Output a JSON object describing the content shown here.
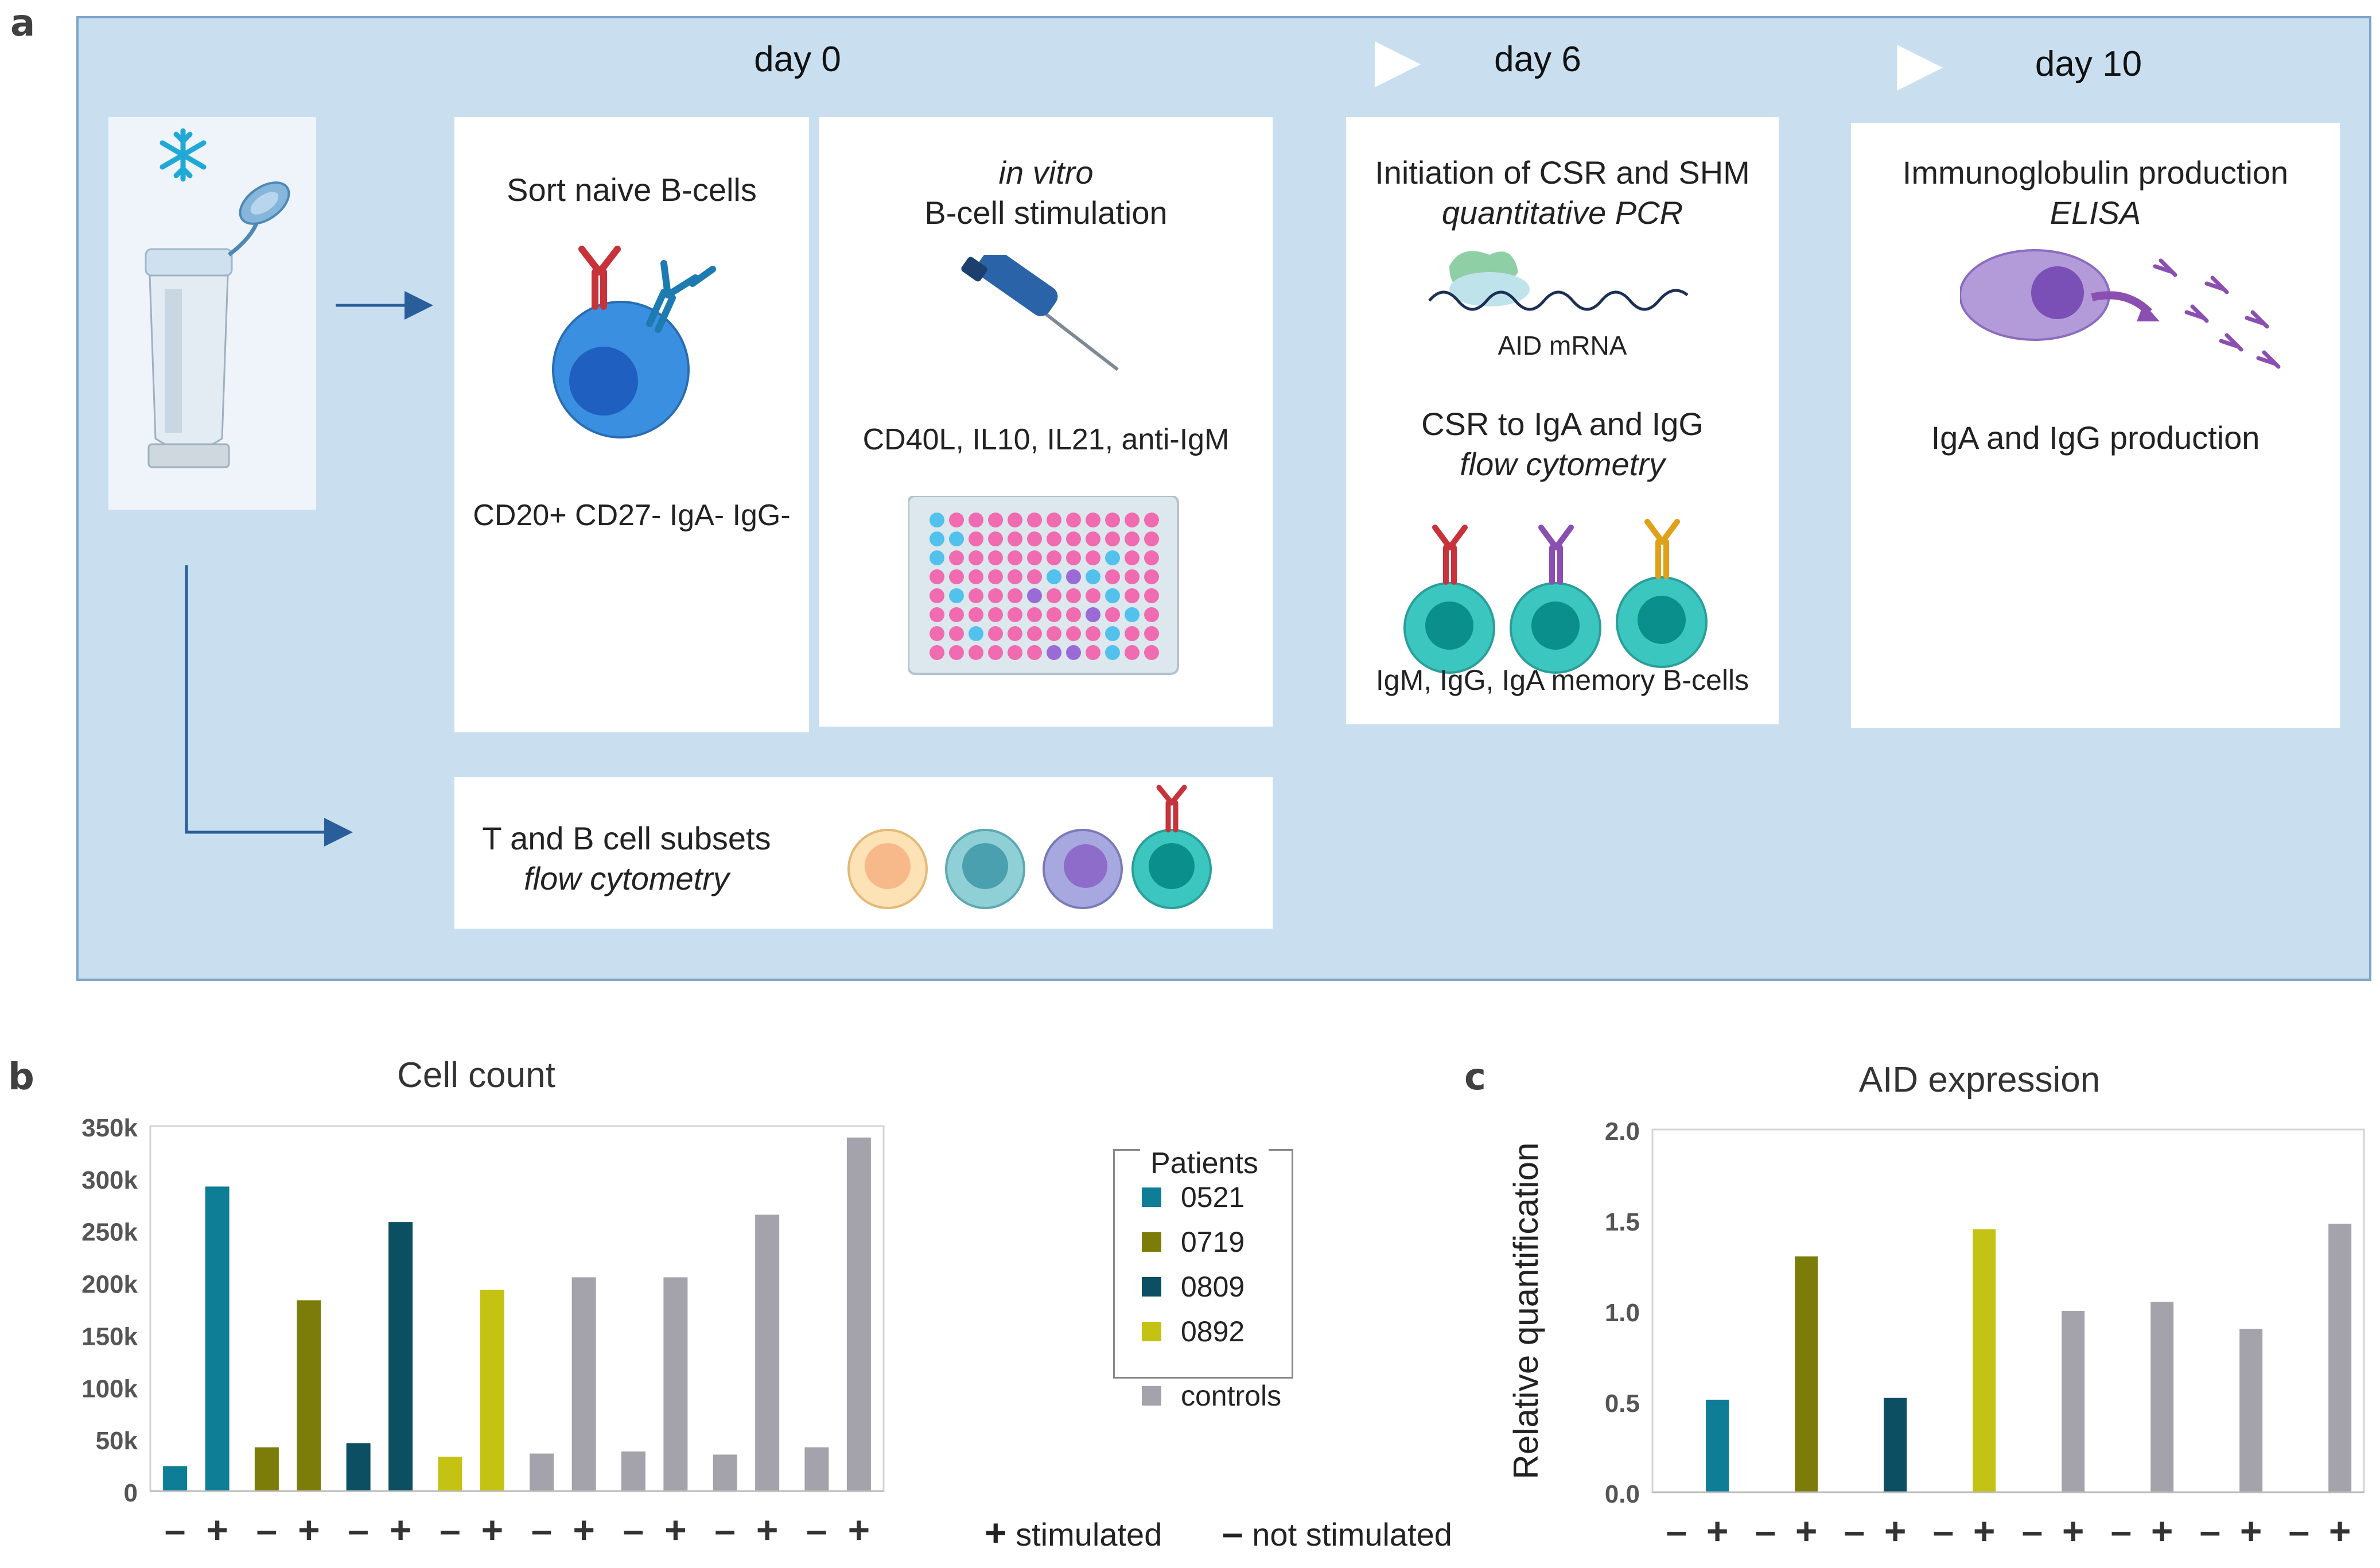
{
  "panel_a": {
    "letter": "a",
    "days": {
      "d0": "day 0",
      "d6": "day 6",
      "d10": "day 10"
    },
    "sort_card": {
      "title": "Sort naive B-cells",
      "markers": "CD20+ CD27- IgA- IgG-"
    },
    "stim_card": {
      "title_italic": "in vitro",
      "title": "B-cell stimulation",
      "reagents": "CD40L, IL10, IL21, anti-IgM"
    },
    "day6_card": {
      "title": "Initiation of CSR and SHM",
      "method1": "quantitative PCR",
      "aid_label": "AID mRNA",
      "csr_title": "CSR to IgA and IgG",
      "method2": "flow cytometry",
      "memory_label": "IgM, IgG, IgA memory B-cells"
    },
    "day10_card": {
      "title": "Immunoglobulin production",
      "method": "ELISA",
      "result": "IgA and IgG production"
    },
    "subset_card": {
      "title": "T and B cell subsets",
      "method": "flow cytometry"
    }
  },
  "panel_b": {
    "letter": "b"
  },
  "panel_c": {
    "letter": "c"
  },
  "legend": {
    "title": "Patients",
    "items": [
      {
        "label": "0521",
        "color": "#0e7d96"
      },
      {
        "label": "0719",
        "color": "#7c7c0a"
      },
      {
        "label": "0809",
        "color": "#0c4f63"
      },
      {
        "label": "0892",
        "color": "#c4c212"
      }
    ],
    "controls": {
      "label": "controls",
      "color": "#a4a3ab"
    }
  },
  "stim_legend": {
    "plus": "+",
    "plus_label": "stimulated",
    "minus": "–",
    "minus_label": "not stimulated"
  },
  "chart_data": [
    {
      "type": "bar",
      "title": "Cell count",
      "ylabel": "",
      "ylim": [
        0,
        350000
      ],
      "yticks": [
        "0",
        "50k",
        "100k",
        "150k",
        "200k",
        "250k",
        "300k",
        "350k"
      ],
      "groups": [
        "0521",
        "0719",
        "0809",
        "0892",
        "control",
        "control",
        "control",
        "control"
      ],
      "categories": [
        "-",
        "+"
      ],
      "colors": [
        "#0e7d96",
        "#7c7c0a",
        "#0c4f63",
        "#c4c212",
        "#a4a3ab",
        "#a4a3ab",
        "#a4a3ab",
        "#a4a3ab"
      ],
      "values": [
        [
          24000,
          292000
        ],
        [
          42000,
          183000
        ],
        [
          46000,
          258000
        ],
        [
          33000,
          193000
        ],
        [
          36000,
          205000
        ],
        [
          38000,
          205000
        ],
        [
          35000,
          265000
        ],
        [
          42000,
          339000
        ]
      ],
      "grid": false
    },
    {
      "type": "bar",
      "title": "AID expression",
      "ylabel": "Relative quantification",
      "ylim": [
        0,
        2.0
      ],
      "yticks": [
        "0.0",
        "0.5",
        "1.0",
        "1.5",
        "2.0"
      ],
      "groups": [
        "0521",
        "0719",
        "0809",
        "0892",
        "control",
        "control",
        "control",
        "control"
      ],
      "categories": [
        "-",
        "+"
      ],
      "colors": [
        "#0e7d96",
        "#7c7c0a",
        "#0c4f63",
        "#c4c212",
        "#a4a3ab",
        "#a4a3ab",
        "#a4a3ab",
        "#a4a3ab"
      ],
      "values": [
        [
          null,
          0.51
        ],
        [
          null,
          1.3
        ],
        [
          null,
          0.52
        ],
        [
          null,
          1.45
        ],
        [
          null,
          1.0
        ],
        [
          null,
          1.05
        ],
        [
          null,
          0.9
        ],
        [
          null,
          1.48
        ]
      ],
      "grid": false
    }
  ]
}
